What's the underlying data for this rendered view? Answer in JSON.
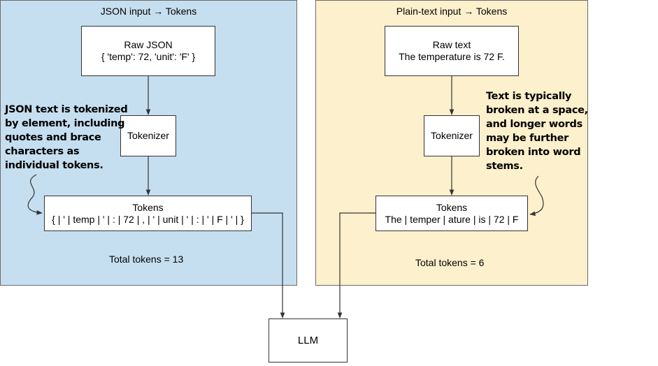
{
  "left_panel": {
    "title": "JSON input → Tokens",
    "raw_box": {
      "line1": "Raw JSON",
      "line2": "{ 'temp': 72, 'unit': 'F' }"
    },
    "tokenizer_label": "Tokenizer",
    "tokens_box": {
      "line1": "Tokens",
      "line2": "{ | ' | temp | ' | : | 72 | , | ' | unit | ' | : | ' | F | ' | }"
    },
    "total": "Total tokens = 13",
    "annotation": [
      "JSON text is tokenized",
      "by element, including",
      "quotes and brace",
      "characters as",
      "individual tokens."
    ]
  },
  "right_panel": {
    "title": "Plain-text input → Tokens",
    "raw_box": {
      "line1": "Raw text",
      "line2": "The temperature is 72 F."
    },
    "tokenizer_label": "Tokenizer",
    "tokens_box": {
      "line1": "Tokens",
      "line2": "The | temper | ature | is | 72 | F"
    },
    "total": "Total tokens = 6",
    "annotation": [
      "Text is typically",
      "broken at a space,",
      "and longer words",
      "may be further",
      "broken into word",
      "stems."
    ]
  },
  "llm_label": "LLM",
  "colors": {
    "left_panel_bg": "#c6dff0",
    "right_panel_bg": "#fdf0cc",
    "line": "#333333"
  }
}
